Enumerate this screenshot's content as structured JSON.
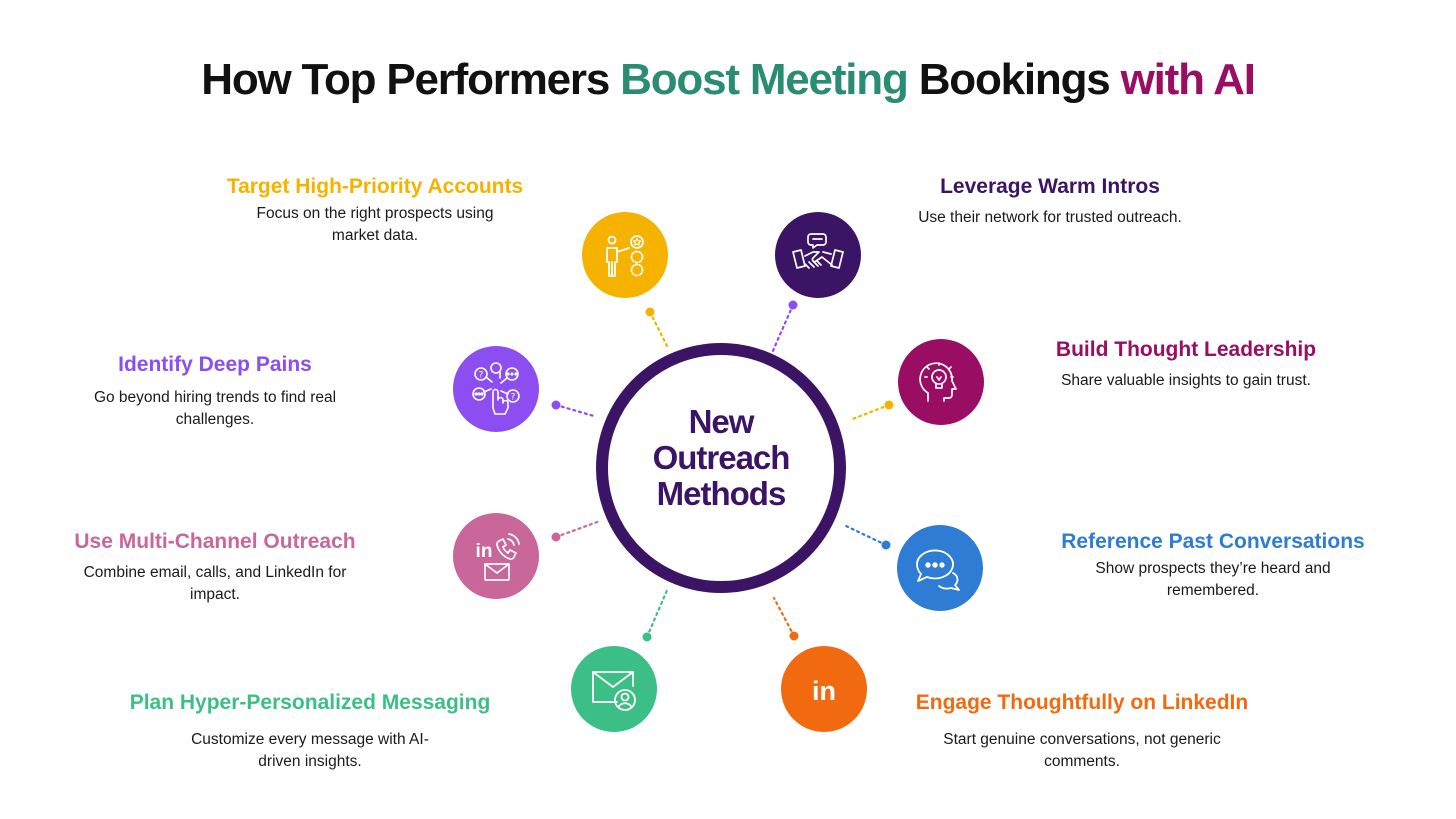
{
  "title": {
    "part1": "How Top Performers ",
    "part2": "Boost Meeting",
    "part3": " Bookings ",
    "part4": "with AI"
  },
  "center": {
    "line1": "New",
    "line2": "Outreach",
    "line3": "Methods"
  },
  "colors": {
    "dark_purple": "#3b1466",
    "yellow": "#f5b300",
    "violet": "#8c4ef0",
    "pink": "#c9669a",
    "green": "#3cbf86",
    "orange": "#f26a10",
    "blue": "#2f7cd4",
    "magenta": "#990d63",
    "title_green": "#2a8c72"
  },
  "nodes": [
    {
      "id": "target",
      "icon": "presenter-stars-icon",
      "heading": "Target High-Priority Accounts",
      "desc_line1": "Focus on the right prospects using",
      "desc_line2": "market data."
    },
    {
      "id": "warm",
      "icon": "handshake-icon",
      "heading": "Leverage Warm Intros",
      "desc_line1": "Use their network for trusted outreach.",
      "desc_line2": ""
    },
    {
      "id": "thought",
      "icon": "head-lightbulb-icon",
      "heading": "Build Thought Leadership",
      "desc_line1": "Share valuable insights to gain trust.",
      "desc_line2": ""
    },
    {
      "id": "pains",
      "icon": "question-network-icon",
      "heading": "Identify Deep Pains",
      "desc_line1": "Go beyond hiring trends to find real",
      "desc_line2": "challenges."
    },
    {
      "id": "past",
      "icon": "chat-bubbles-icon",
      "heading": "Reference Past Conversations",
      "desc_line1": "Show prospects they’re heard and",
      "desc_line2": "remembered."
    },
    {
      "id": "multi",
      "icon": "linkedin-phone-mail-icon",
      "heading": "Use Multi-Channel Outreach",
      "desc_line1": "Combine email, calls, and LinkedIn for",
      "desc_line2": "impact."
    },
    {
      "id": "plan",
      "icon": "mail-user-icon",
      "heading": "Plan Hyper-Personalized Messaging",
      "desc_line1": "Customize every message with AI-",
      "desc_line2": "driven insights."
    },
    {
      "id": "engage",
      "icon": "linkedin-icon",
      "heading": "Engage Thoughtfully on LinkedIn",
      "desc_line1": "Start genuine conversations, not generic",
      "desc_line2": "comments."
    }
  ],
  "icon_glyphs": {
    "linkedin_text": "in"
  }
}
